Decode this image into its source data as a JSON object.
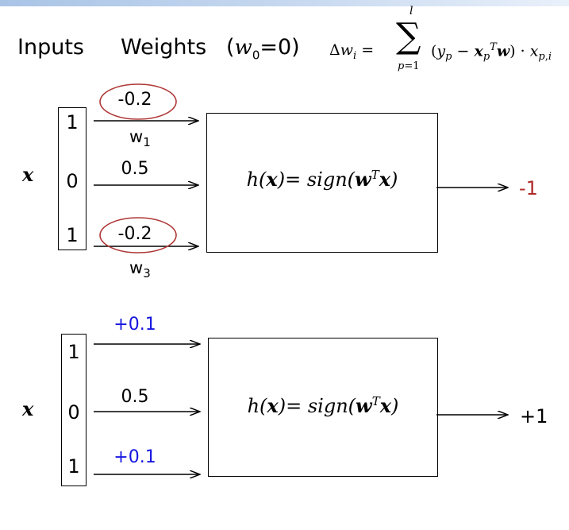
{
  "header": {
    "inputs_label": "Inputs",
    "weights_label": "Weights",
    "w0_note": "(w0=0)",
    "update_rule": "Δw_i = Σ_{p=1}^{l} (y_p − x_p^T w) · x_{p,i}"
  },
  "colors": {
    "red": "#b02a2a",
    "blue": "#1616e0",
    "oval": "#b03838"
  },
  "diagram_top": {
    "x_label": "x",
    "inputs": [
      "1",
      "0",
      "1"
    ],
    "weights": [
      "-0.2",
      "0.5",
      "-0.2"
    ],
    "weight_labels": {
      "w1": "w",
      "w1_sub": "1",
      "w3": "w",
      "w3_sub": "3"
    },
    "formula": "h(x)= sign(w^T x)",
    "output": "-1"
  },
  "diagram_bottom": {
    "x_label": "x",
    "inputs": [
      "1",
      "0",
      "1"
    ],
    "weights": [
      "+0.1",
      "0.5",
      "+0.1"
    ],
    "formula": "h(x)= sign(w^T x)",
    "output": "+1"
  }
}
